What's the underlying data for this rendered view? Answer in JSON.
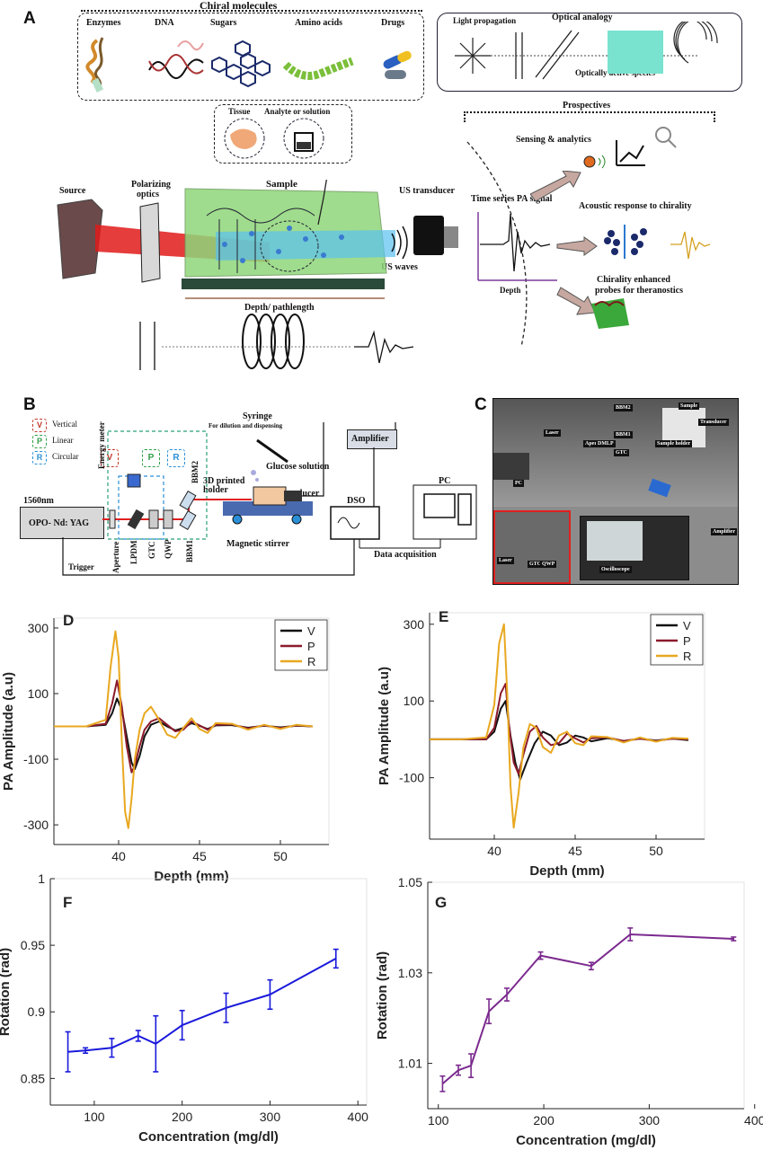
{
  "panelA": {
    "letter": "A",
    "chiral_title": "Chiral molecules",
    "molecules": [
      "Enzymes",
      "DNA",
      "Sugars",
      "Amino acids",
      "Drugs"
    ],
    "light_propagation": "Light propagation",
    "optical_analogy": "Optical analogy",
    "optically_active": "Optically active species",
    "prospectives": "Prospectives",
    "sensing": "Sensing & analytics",
    "time_series": "Time series PA signal",
    "acoustic_response": "Acoustic response to chirality",
    "depth": "Depth",
    "chirality_probes_1": "Chirality enhanced",
    "chirality_probes_2": "probes for theranostics",
    "tissue": "Tissue",
    "analyte": "Analyte or solution",
    "source": "Source",
    "polarizing_1": "Polarizing",
    "polarizing_2": "optics",
    "sample": "Sample",
    "us_transducer": "US transducer",
    "us_waves": "US waves",
    "depth_path": "Depth/ pathlength"
  },
  "panelB": {
    "letter": "B",
    "legend": [
      {
        "key": "V",
        "label": "Vertical",
        "color": "#c0392b"
      },
      {
        "key": "P",
        "label": "Linear",
        "color": "#2e9e44"
      },
      {
        "key": "R",
        "label": "Circular",
        "color": "#2a8fd6"
      }
    ],
    "energy_meter": "Energy meter",
    "laser_wavelength": "1560nm",
    "laser": "OPO- Nd: YAG",
    "syringe": "Syringe",
    "syringe_sub": "For dilution and dispensing",
    "glucose": "Glucose solution",
    "holder_1": "3D printed",
    "holder_2": "holder",
    "transducer": "Transducer",
    "amplifier": "Amplifier",
    "dso": "DSO",
    "pc": "PC",
    "bbm2": "BBM2",
    "bbm1": "BBM1",
    "aperture": "Aperture",
    "lpdm": "LPDM",
    "gtc": "GTC",
    "qwp": "QWP",
    "magnetic_stirrer": "Magnetic stirrer",
    "data_acq": "Data acquisition",
    "trigger": "Trigger"
  },
  "panelC": {
    "letter": "C",
    "labels": [
      "Laser",
      "BBM2",
      "Sample",
      "Transducer",
      "BBM1",
      "Aperture",
      "DMLP",
      "GTC",
      "Sample holder",
      "PC",
      "Amplifier",
      "Laser",
      "GTC",
      "QWP",
      "Oscilloscope"
    ]
  },
  "colors": {
    "V": "#111111",
    "P": "#8b1a2b",
    "R": "#e8a820",
    "F": "#1a1adb",
    "G": "#7b2a8e"
  },
  "chart_data": [
    {
      "type": "line",
      "panel": "D",
      "xlabel": "Depth (mm)",
      "ylabel": "PA Amplitude (a.u)",
      "xlim": [
        36,
        53
      ],
      "ylim": [
        -360,
        330
      ],
      "xticks": [
        40,
        45,
        50
      ],
      "yticks": [
        300,
        100,
        -100,
        -300
      ],
      "series": [
        {
          "name": "V",
          "x": [
            36,
            38,
            39.2,
            39.6,
            39.9,
            40.2,
            40.5,
            40.8,
            41.0,
            41.3,
            41.6,
            42.0,
            42.5,
            43.0,
            43.5,
            44.0,
            44.5,
            45.0,
            45.5,
            46,
            47,
            48,
            49,
            50,
            51,
            52
          ],
          "y": [
            0,
            0,
            5,
            40,
            85,
            50,
            -30,
            -110,
            -130,
            -90,
            -30,
            5,
            15,
            0,
            -12,
            -5,
            10,
            2,
            -8,
            3,
            4,
            -4,
            2,
            -3,
            2,
            0
          ]
        },
        {
          "name": "P",
          "x": [
            36,
            38,
            39.2,
            39.6,
            39.9,
            40.2,
            40.5,
            40.8,
            41.0,
            41.3,
            41.6,
            42.0,
            42.5,
            43.0,
            43.5,
            44.0,
            44.5,
            45.0,
            45.5,
            46,
            47,
            48,
            49,
            50,
            51,
            52
          ],
          "y": [
            0,
            0,
            8,
            70,
            140,
            60,
            -60,
            -140,
            -120,
            -60,
            -10,
            15,
            25,
            5,
            -15,
            -10,
            15,
            3,
            -10,
            5,
            6,
            -6,
            3,
            -5,
            3,
            0
          ]
        },
        {
          "name": "R",
          "x": [
            36,
            38,
            39.2,
            39.5,
            39.8,
            40.0,
            40.2,
            40.4,
            40.6,
            40.8,
            41.0,
            41.3,
            41.6,
            42.0,
            42.5,
            43.0,
            43.5,
            44.0,
            44.5,
            45.0,
            45.5,
            46,
            47,
            48,
            49,
            50,
            51,
            52
          ],
          "y": [
            0,
            0,
            20,
            180,
            290,
            210,
            -50,
            -260,
            -310,
            -220,
            -100,
            -10,
            40,
            60,
            20,
            -25,
            -35,
            -5,
            25,
            -8,
            -20,
            10,
            8,
            -10,
            5,
            -8,
            5,
            0
          ]
        }
      ]
    },
    {
      "type": "line",
      "panel": "E",
      "xlabel": "Depth (mm)",
      "ylabel": "PA Amplitude (a.u)",
      "xlim": [
        36,
        53
      ],
      "ylim": [
        -260,
        330
      ],
      "xticks": [
        40,
        45,
        50
      ],
      "yticks": [
        300,
        100,
        -100
      ],
      "series": [
        {
          "name": "V",
          "x": [
            36,
            38,
            39.5,
            40.0,
            40.4,
            40.7,
            41.0,
            41.3,
            41.6,
            42.0,
            42.5,
            43.0,
            43.5,
            44.0,
            44.5,
            45.0,
            45.5,
            46,
            47,
            48,
            49,
            50,
            51,
            52
          ],
          "y": [
            0,
            0,
            0,
            20,
            80,
            100,
            10,
            -60,
            -105,
            -60,
            -10,
            20,
            10,
            -15,
            -8,
            10,
            5,
            -5,
            3,
            -4,
            2,
            -3,
            2,
            -2
          ]
        },
        {
          "name": "P",
          "x": [
            36,
            38,
            39.5,
            40.0,
            40.4,
            40.7,
            40.9,
            41.2,
            41.5,
            41.8,
            42.2,
            42.6,
            43.0,
            43.5,
            44.0,
            44.5,
            45.0,
            45.5,
            46,
            47,
            48,
            49,
            50,
            51,
            52
          ],
          "y": [
            0,
            0,
            0,
            30,
            120,
            145,
            40,
            -60,
            -90,
            -40,
            20,
            35,
            5,
            -15,
            -10,
            15,
            3,
            -8,
            3,
            5,
            -4,
            2,
            -4,
            2,
            0
          ]
        },
        {
          "name": "R",
          "x": [
            36,
            38,
            39.5,
            40.0,
            40.3,
            40.6,
            40.8,
            41.0,
            41.2,
            41.5,
            41.8,
            42.2,
            42.6,
            43.0,
            43.5,
            44.0,
            44.5,
            45.0,
            45.5,
            46,
            47,
            48,
            49,
            50,
            51,
            52
          ],
          "y": [
            0,
            0,
            5,
            90,
            250,
            300,
            120,
            -120,
            -230,
            -140,
            -20,
            40,
            30,
            -20,
            -35,
            10,
            20,
            -10,
            -15,
            8,
            6,
            -8,
            5,
            -6,
            4,
            2
          ]
        }
      ]
    },
    {
      "type": "line",
      "panel": "F",
      "xlabel": "Concentration (mg/dl)",
      "ylabel": "Rotation (rad)",
      "xlim": [
        50,
        410
      ],
      "ylim": [
        0.83,
        1.0
      ],
      "xticks": [
        100,
        200,
        300,
        400
      ],
      "yticks": [
        0.85,
        0.9,
        0.95,
        1
      ],
      "ytick_labels": [
        "0.85",
        "0.9",
        "0.95",
        "1"
      ],
      "series": [
        {
          "name": "",
          "x": [
            70,
            90,
            120,
            150,
            170,
            200,
            250,
            300,
            375
          ],
          "y": [
            0.87,
            0.871,
            0.873,
            0.882,
            0.876,
            0.89,
            0.903,
            0.913,
            0.94
          ],
          "err": [
            0.015,
            0.002,
            0.007,
            0.004,
            0.021,
            0.011,
            0.011,
            0.011,
            0.007
          ]
        }
      ]
    },
    {
      "type": "line",
      "panel": "G",
      "xlabel": "Concentration (mg/dl)",
      "ylabel": "Rotation (rad)",
      "xlim": [
        90,
        390
      ],
      "ylim": [
        1.0,
        1.05
      ],
      "xticks": [
        100,
        200,
        300,
        400
      ],
      "yticks": [
        1.01,
        1.03,
        1.05
      ],
      "ytick_labels": [
        "1.01",
        "1.03",
        "1.05"
      ],
      "series": [
        {
          "name": "",
          "x": [
            104,
            119,
            131,
            148,
            165,
            197,
            245,
            282,
            380
          ],
          "y": [
            1.0055,
            1.0085,
            1.0095,
            1.0215,
            1.0252,
            1.0338,
            1.0315,
            1.0385,
            1.0375
          ],
          "err": [
            0.0017,
            0.0011,
            0.0026,
            0.0027,
            0.0014,
            0.0008,
            0.0008,
            0.0014,
            0.0004
          ]
        }
      ]
    }
  ]
}
